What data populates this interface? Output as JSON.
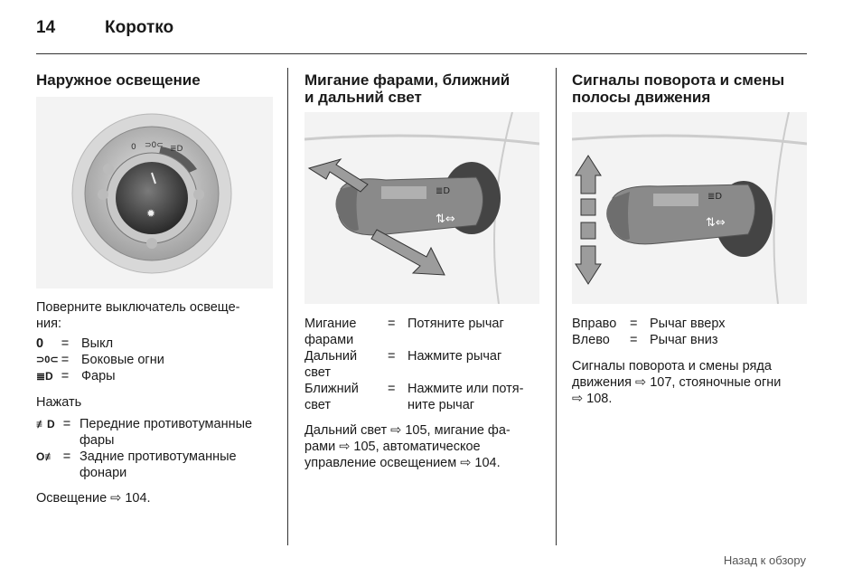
{
  "header": {
    "page_number": "14",
    "chapter": "Коротко"
  },
  "col1": {
    "title": "Наружное освещение",
    "intro": "Поверните выключатель освеще-\nния:",
    "switch_items": [
      {
        "symbol": "0",
        "eq": "=",
        "text": "Выкл"
      },
      {
        "symbol": "⊃0⊂",
        "eq": "=",
        "text": "Боковые огни"
      },
      {
        "symbol": "≣D",
        "eq": "=",
        "text": "Фары"
      }
    ],
    "press_label": "Нажать",
    "press_items": [
      {
        "symbol": "≢D",
        "eq": "=",
        "text": "Передние противотуманные\nфары"
      },
      {
        "symbol": "O≢",
        "eq": "=",
        "text": "Задние противотуманные\nфонари"
      }
    ],
    "footer": "Освещение ⇨ 104."
  },
  "col2": {
    "title": "Мигание фарами, ближний\nи дальний свет",
    "rows": [
      {
        "label": "Мигание\nфарами",
        "eq": "=",
        "value": "Потяните рычаг"
      },
      {
        "label": "Дальний\nсвет",
        "eq": "=",
        "value": "Нажмите рычаг"
      },
      {
        "label": "Ближний\nсвет",
        "eq": "=",
        "value": "Нажмите или потя-\nните рычаг"
      }
    ],
    "footer": "Дальний свет ⇨ 105, мигание фа-\nрами ⇨ 105, автоматическое\nуправление освещением ⇨ 104."
  },
  "col3": {
    "title": "Сигналы поворота и смены\nполосы движения",
    "rows": [
      {
        "label": "Вправо",
        "eq": "=",
        "value": "Рычаг вверх"
      },
      {
        "label": "Влево",
        "eq": "=",
        "value": "Рычаг вниз"
      }
    ],
    "footer": "Сигналы поворота и смены ряда\nдвижения ⇨ 107, стояночные огни\n⇨ 108."
  },
  "nav": {
    "back": "Назад к обзору"
  }
}
